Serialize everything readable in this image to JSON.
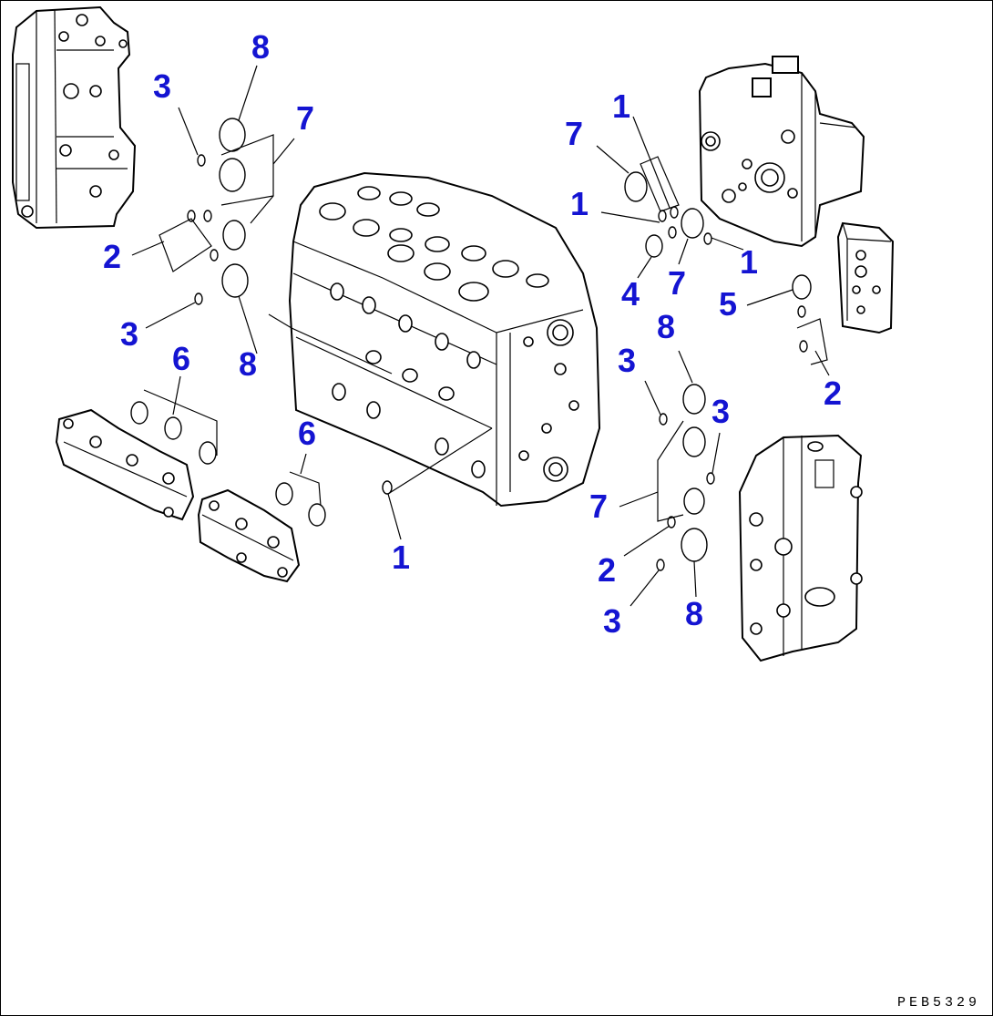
{
  "diagram": {
    "callouts": [
      {
        "id": "c1",
        "label": "8"
      },
      {
        "id": "c2",
        "label": "3"
      },
      {
        "id": "c3",
        "label": "7"
      },
      {
        "id": "c4",
        "label": "2"
      },
      {
        "id": "c5",
        "label": "3"
      },
      {
        "id": "c6",
        "label": "8"
      },
      {
        "id": "c7",
        "label": "6"
      },
      {
        "id": "c8",
        "label": "6"
      },
      {
        "id": "c9",
        "label": "1"
      },
      {
        "id": "c10",
        "label": "1"
      },
      {
        "id": "c11",
        "label": "7"
      },
      {
        "id": "c12",
        "label": "1"
      },
      {
        "id": "c13",
        "label": "1"
      },
      {
        "id": "c14",
        "label": "4"
      },
      {
        "id": "c15",
        "label": "7"
      },
      {
        "id": "c16",
        "label": "5"
      },
      {
        "id": "c17",
        "label": "2"
      },
      {
        "id": "c18",
        "label": "8"
      },
      {
        "id": "c19",
        "label": "3"
      },
      {
        "id": "c20",
        "label": "3"
      },
      {
        "id": "c21",
        "label": "7"
      },
      {
        "id": "c22",
        "label": "2"
      },
      {
        "id": "c23",
        "label": "3"
      },
      {
        "id": "c24",
        "label": "8"
      }
    ],
    "drawing_code": "PEB5329",
    "colors": {
      "callout": "#1414d2",
      "line": "#000000",
      "background": "#ffffff"
    }
  }
}
